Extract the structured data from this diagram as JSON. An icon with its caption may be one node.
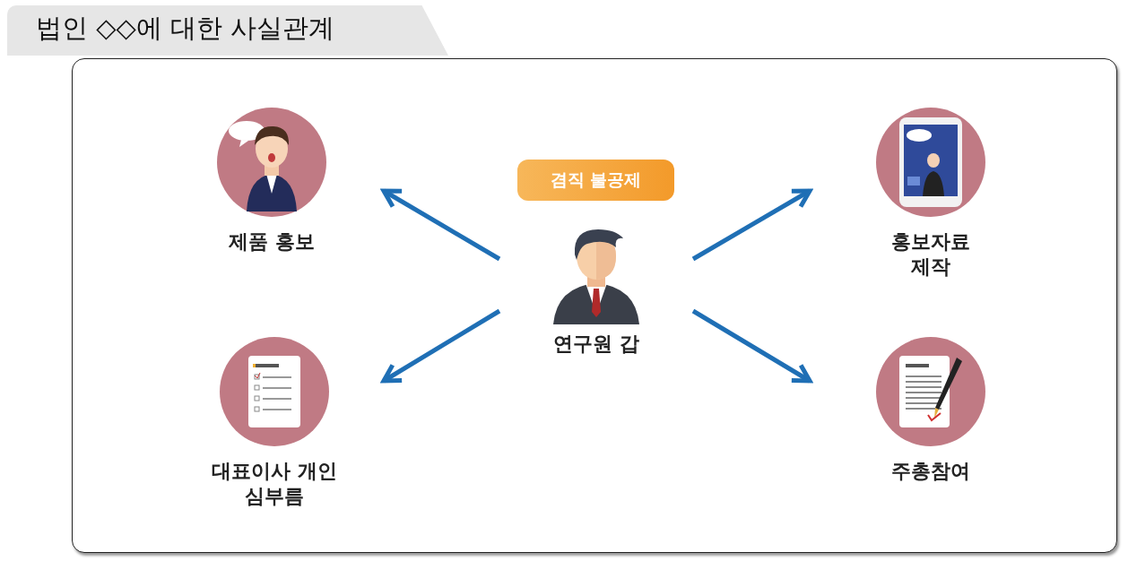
{
  "diagram": {
    "title": "법인 ◇◇에 대한 사실관계",
    "nodes": [
      {
        "text": [
          "제품 홍보"
        ]
      },
      {
        "text": [
          "홍보자료 제작"
        ]
      },
      {
        "text": [
          "겸직 불공제"
        ]
      },
      {
        "text": [
          "연구원 갑"
        ]
      },
      {
        "text": [
          "대표이사 개인 심부름"
        ]
      },
      {
        "text": [
          "주총참여"
        ]
      }
    ],
    "edges": [
      {
        "from": 3,
        "to": 0,
        "arrow": "to"
      },
      {
        "from": 3,
        "to": 1,
        "arrow": "to"
      },
      {
        "from": 3,
        "to": 4,
        "arrow": "to"
      },
      {
        "from": 3,
        "to": 5,
        "arrow": "to"
      }
    ]
  }
}
